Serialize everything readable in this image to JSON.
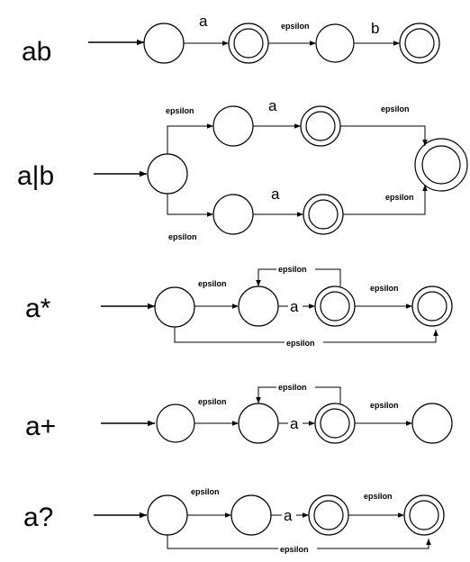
{
  "labels": {
    "epsilon": "epsilon",
    "a": "a",
    "b": "b"
  },
  "diagrams": [
    {
      "id": "ab",
      "regex": "ab"
    },
    {
      "id": "a-or-b",
      "regex": "a|b"
    },
    {
      "id": "a-star",
      "regex": "a*"
    },
    {
      "id": "a-plus",
      "regex": "a+"
    },
    {
      "id": "a-optional",
      "regex": "a?"
    }
  ]
}
